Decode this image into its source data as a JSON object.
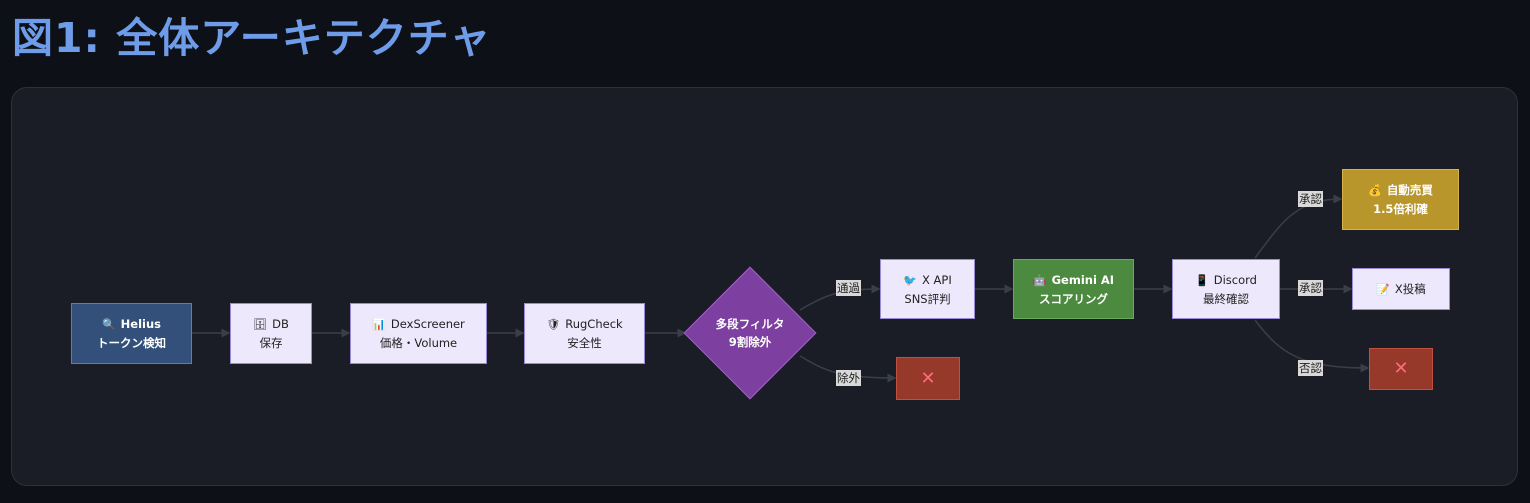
{
  "title": "図1: 全体アーキテクチャ",
  "nodes": {
    "helius": {
      "icon": "🔍",
      "line1": "Helius",
      "line2": "トークン検知"
    },
    "db": {
      "icon": "🗄",
      "line1": "DB",
      "line2": "保存"
    },
    "dex": {
      "icon": "📊",
      "line1": "DexScreener",
      "line2": "価格・Volume"
    },
    "rug": {
      "icon": "🛡",
      "line1": "RugCheck",
      "line2": "安全性"
    },
    "filter": {
      "line1": "多段フィルタ",
      "line2": "9割除外"
    },
    "xapi": {
      "icon": "🐦",
      "line1": "X API",
      "line2": "SNS評判"
    },
    "gemini": {
      "icon": "🤖",
      "line1": "Gemini AI",
      "line2": "スコアリング"
    },
    "discord": {
      "icon": "📱",
      "line1": "Discord",
      "line2": "最終確認"
    },
    "auto": {
      "icon": "💰",
      "line1": "自動売買",
      "line2": "1.5倍利確"
    },
    "xpost": {
      "icon": "📝",
      "line1": "X投稿"
    },
    "reject1": {
      "symbol": "✕"
    },
    "reject2": {
      "symbol": "✕"
    }
  },
  "edge_labels": {
    "pass": "通過",
    "exclude": "除外",
    "approve1": "承認",
    "approve2": "承認",
    "deny": "否認"
  },
  "colors": {
    "title": "#6f9ce8",
    "edge": "#3a3e48",
    "helius": "#33507a",
    "gemini": "#4c8a40",
    "auto": "#b8962b",
    "reject": "#96382a",
    "filter": "#7d3fa0",
    "plain": "#ede8fb"
  }
}
